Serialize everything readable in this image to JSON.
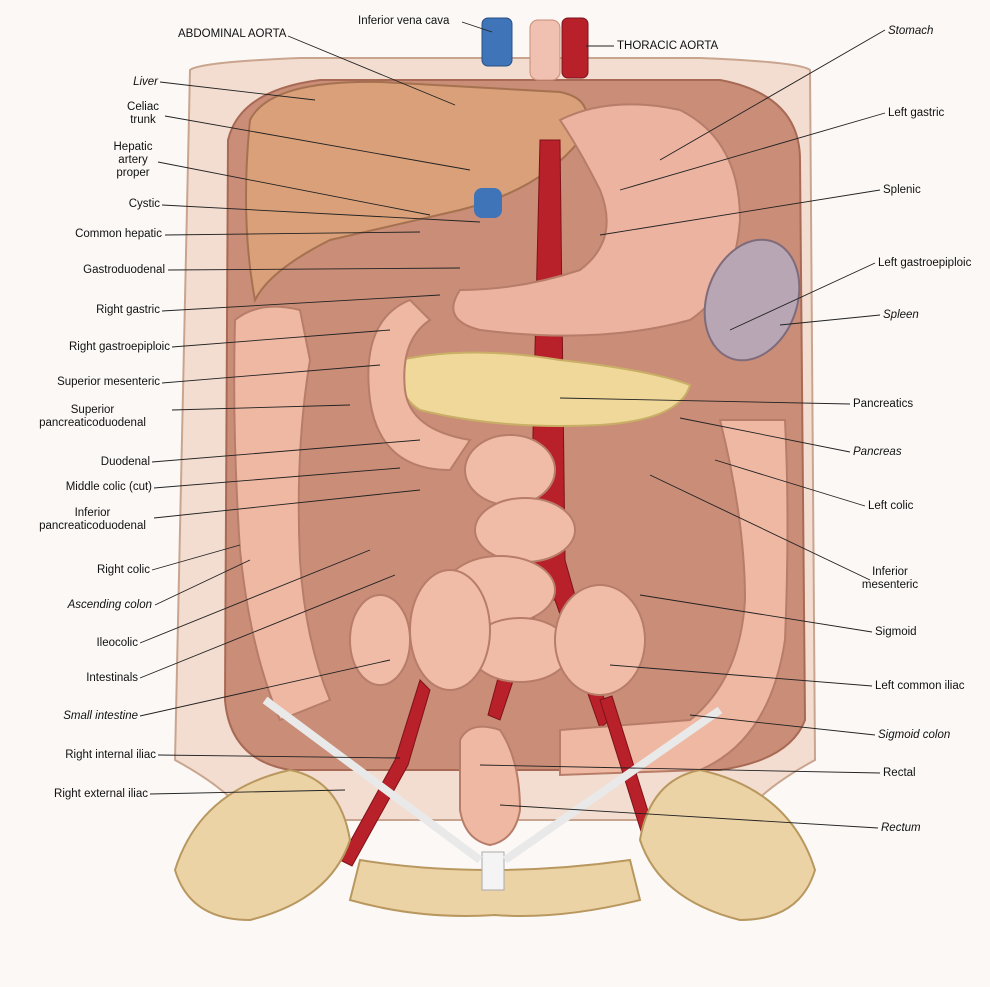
{
  "labels": {
    "abdominal_aorta": "ABDOMINAL AORTA",
    "inferior_vena_cava": "Inferior vena cava",
    "thoracic_aorta": "THORACIC AORTA",
    "stomach": "Stomach",
    "liver": "Liver",
    "celiac_trunk": "Celiac\ntrunk",
    "hepatic_artery_proper": "Hepatic\nartery\nproper",
    "cystic": "Cystic",
    "common_hepatic": "Common hepatic",
    "gastroduodenal": "Gastroduodenal",
    "right_gastric": "Right gastric",
    "right_gastroepiploic": "Right gastroepiploic",
    "superior_mesenteric": "Superior mesenteric",
    "superior_pancreaticoduodenal": "Superior\npancreaticoduodenal",
    "duodenal": "Duodenal",
    "middle_colic": "Middle colic (cut)",
    "inferior_pancreaticoduodenal": "Inferior\npancreaticoduodenal",
    "right_colic": "Right colic",
    "ascending_colon": "Ascending colon",
    "ileocolic": "Ileocolic",
    "intestinals": "Intestinals",
    "small_intestine": "Small intestine",
    "right_internal_iliac": "Right internal iliac",
    "right_external_iliac": "Right external iliac",
    "left_gastric": "Left gastric",
    "splenic": "Splenic",
    "left_gastroepiploic": "Left gastroepiploic",
    "spleen": "Spleen",
    "pancreatics": "Pancreatics",
    "pancreas": "Pancreas",
    "left_colic": "Left colic",
    "inferior_mesenteric": "Inferior\nmesenteric",
    "sigmoid": "Sigmoid",
    "left_common_iliac": "Left common iliac",
    "sigmoid_colon": "Sigmoid colon",
    "rectal": "Rectal",
    "rectum": "Rectum"
  },
  "colors": {
    "artery": "#b8202a",
    "vein": "#3f74b8",
    "organ": "#e8b39a",
    "liver": "#d9a07a",
    "bone": "#ecd3a6",
    "spleen": "#b9a6b4",
    "pancreas": "#f0d89a",
    "leader": "#222222"
  }
}
